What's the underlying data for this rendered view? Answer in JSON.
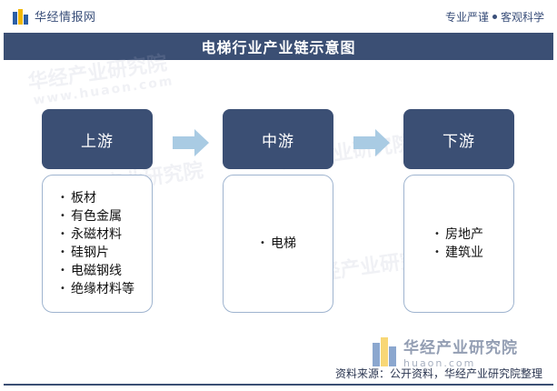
{
  "header": {
    "brand": "华经情报网",
    "motto_left": "专业严谨",
    "motto_right": "客观科学"
  },
  "title": "电梯行业产业链示意图",
  "watermark": {
    "name": "华经产业研究院",
    "url": "www.huaon.com"
  },
  "stages": [
    {
      "label": "上游",
      "items": [
        "板材",
        "有色金属",
        "永磁材料",
        "硅钢片",
        "电磁钢线",
        "绝缘材料等"
      ]
    },
    {
      "label": "中游",
      "items": [
        "电梯"
      ]
    },
    {
      "label": "下游",
      "items": [
        "房地产",
        "建筑业"
      ]
    }
  ],
  "footer": {
    "brand_name": "华经产业研究院",
    "brand_url": "huaon.com",
    "source": "资料来源：公开资料，华经产业研究院整理"
  },
  "colors": {
    "primary": "#3b4f74",
    "box_border": "#9fb4cf",
    "arrow": "#a9cbe3",
    "logo_blue": "#2b5fa7",
    "logo_yellow": "#f2b705"
  }
}
